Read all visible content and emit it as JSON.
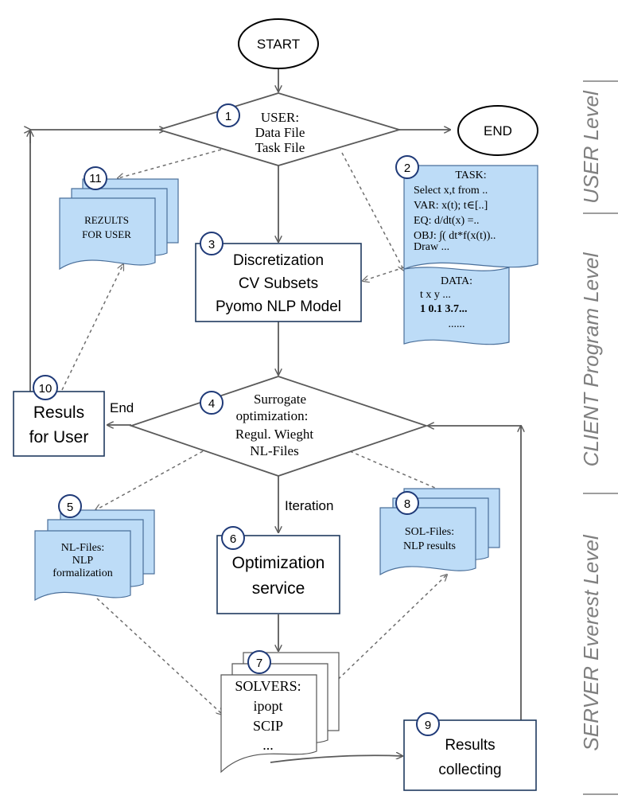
{
  "nodes": {
    "start": {
      "label": "START"
    },
    "end": {
      "label": "END"
    },
    "user": {
      "number": "1",
      "lines": [
        "USER:",
        "Data File",
        "Task File"
      ]
    },
    "task": {
      "number": "2",
      "lines": [
        "TASK:",
        "Select  x,t   from  ..",
        "VAR:  x(t);  t∈[..]",
        "EQ:   d/dt(x)  =..",
        "OBJ:  ∫(  dt*f(x(t)).. ",
        "Draw  ..."
      ]
    },
    "data": {
      "lines": [
        "DATA:",
        "t      x      y  ...",
        "1     0.1   3.7...",
        "......"
      ]
    },
    "discretization": {
      "number": "3",
      "lines": [
        "Discretization",
        "CV Subsets",
        "Pyomo NLP Model"
      ]
    },
    "surrogate": {
      "number": "4",
      "lines": [
        "Surrogate",
        "optimization:",
        "Regul.  Wieght",
        "NL-Files"
      ]
    },
    "nlfiles": {
      "number": "5",
      "lines": [
        "NL-Files:",
        "NLP",
        "formalization"
      ]
    },
    "optimization": {
      "number": "6",
      "lines": [
        "Optimization",
        "service"
      ]
    },
    "solvers": {
      "number": "7",
      "lines": [
        "SOLVERS:",
        "ipopt",
        "SCIP",
        "..."
      ]
    },
    "solfiles": {
      "number": "8",
      "lines": [
        "SOL-Files:",
        "NLP  results"
      ]
    },
    "collecting": {
      "number": "9",
      "lines": [
        "Results",
        "collecting"
      ]
    },
    "resuls_user": {
      "number": "10",
      "lines": [
        "Resuls",
        "for User"
      ]
    },
    "rezults": {
      "number": "11",
      "lines": [
        "REZULTS",
        "FOR USER"
      ]
    }
  },
  "edge_labels": {
    "end_label": "End",
    "iteration_label": "Iteration"
  },
  "levels": {
    "user": "USER Level",
    "client": "CLIENT Program Level",
    "server": "SERVER  Everest Level"
  },
  "colors": {
    "doc_fill": "#bddcf7",
    "box_border": "#1f3a5f",
    "badge_border": "#1f3a78",
    "level_text": "#7f7f7f"
  }
}
